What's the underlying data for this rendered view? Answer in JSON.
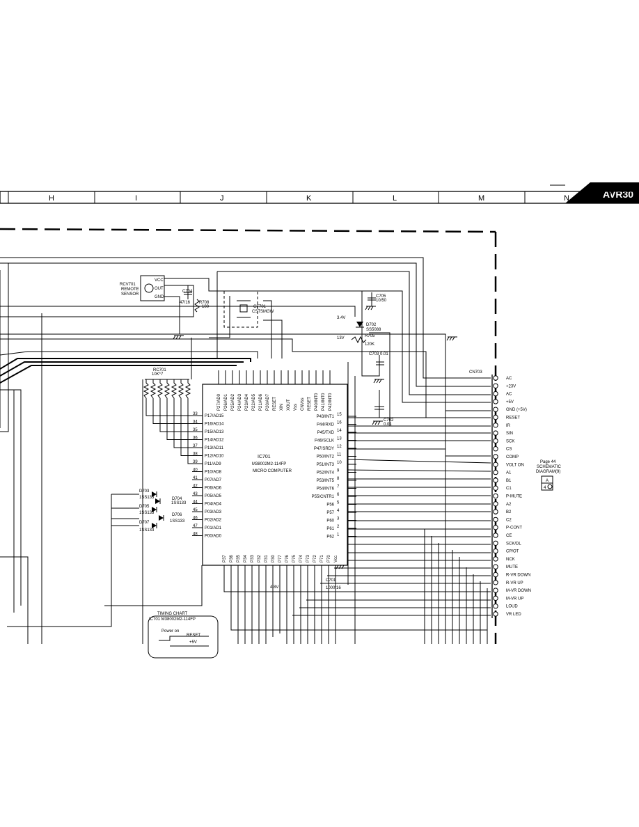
{
  "header": {
    "model": "AVR30"
  },
  "grid_columns": [
    "H",
    "I",
    "J",
    "K",
    "L",
    "M",
    "N"
  ],
  "remote_sensor": {
    "ref": "RCV701",
    "name1": "REMOTE",
    "name2": "SENSOR",
    "pins": [
      "VCC",
      "OUT",
      "GND"
    ]
  },
  "parts": {
    "c704": [
      "C704",
      "47/16"
    ],
    "r708": [
      "R708",
      "100"
    ],
    "cf701": [
      "CF701",
      "CSTSMGW"
    ],
    "c705": [
      "C705",
      "10/50"
    ],
    "d702": [
      "D702",
      "SS5088"
    ],
    "r705": [
      "R705",
      "120K"
    ],
    "c703": "C703 0.01",
    "c702": [
      "C702",
      "0.01"
    ],
    "c701": [
      "C701",
      "1000/16"
    ],
    "rc701": [
      "RC701",
      "10K*7"
    ],
    "diodes": [
      [
        "D703",
        "1SS133"
      ],
      [
        "D704",
        "1SS133"
      ],
      [
        "D705",
        "1SS133"
      ],
      [
        "D706",
        "1SS133"
      ],
      [
        "D707",
        "1SS133"
      ]
    ]
  },
  "voltages": {
    "v34a": "3.4V",
    "v13": "13V",
    "v48": "4.8V"
  },
  "ic": {
    "ref": "IC701",
    "part": "M38002M2-114FP",
    "desc": "MICRO COMPUTER",
    "left_pins": [
      [
        "33",
        "P17/AD15"
      ],
      [
        "34",
        "P16/AD14"
      ],
      [
        "35",
        "P15/AD13"
      ],
      [
        "36",
        "P14/AD12"
      ],
      [
        "37",
        "P13/AD11"
      ],
      [
        "38",
        "P12/AD10"
      ],
      [
        "39",
        "P11/AD9"
      ],
      [
        "40",
        "P10/AD8"
      ],
      [
        "41",
        "P07/AD7"
      ],
      [
        "42",
        "P06/AD6"
      ],
      [
        "43",
        "P05/AD5"
      ],
      [
        "44",
        "P04/AD4"
      ],
      [
        "45",
        "P03/AD3"
      ],
      [
        "46",
        "P02/AD2"
      ],
      [
        "47",
        "P01/AD1"
      ],
      [
        "48",
        "P00/AD0"
      ]
    ],
    "right_pins": [
      [
        "P43/INT1",
        "15"
      ],
      [
        "P44/RXD",
        "16"
      ],
      [
        "P45/TXD",
        "14"
      ],
      [
        "P46/SCLK",
        "13"
      ],
      [
        "P47/SRDY",
        "12"
      ],
      [
        "P50/INT2",
        "11"
      ],
      [
        "P51/INT3",
        "10"
      ],
      [
        "P52/INT4",
        "9"
      ],
      [
        "P53/INT5",
        "8"
      ],
      [
        "P54/INT6",
        "7"
      ],
      [
        "P55/CNTR1",
        "6"
      ],
      [
        "P56",
        "5"
      ],
      [
        "P57",
        "4"
      ],
      [
        "P60",
        "3"
      ],
      [
        "P61",
        "2"
      ],
      [
        "P62",
        "1"
      ]
    ],
    "top_pins": [
      "P27/AD0",
      "P26/AD1",
      "P25/AD2",
      "P24/AD3",
      "P23/AD4",
      "P22/AD5",
      "P21/AD6",
      "P20/AD7",
      "RESET",
      "XIN",
      "XOUT",
      "Vss",
      "CNVss",
      "RESET",
      "P40/INT0",
      "P41/INT0",
      "P42/INT0"
    ],
    "bottom_pins": [
      "P37",
      "P36",
      "P35",
      "P34",
      "P33",
      "P32",
      "P31",
      "P30",
      "P77",
      "P76",
      "P75",
      "P74",
      "P73",
      "P72",
      "P71",
      "P70",
      "Vcc"
    ]
  },
  "connector": {
    "ref": "CN703",
    "pins": [
      "AC",
      "+23V",
      "AC",
      "+5V",
      "GND (+5V)",
      "RESET",
      "IR",
      "SIN",
      "SCK",
      "CS",
      "COMP",
      "VOLT ON",
      "A1",
      "B1",
      "C1",
      "P-MUTE",
      "A2",
      "B2",
      "C2",
      "P-CONT",
      "CE",
      "SCK/DL",
      "CP/OT",
      "NCK",
      "MUTE",
      "R-VR DOWN",
      "R-VR UP",
      "M-VR DOWN",
      "M-VR UP",
      "LOUD",
      "VR LED"
    ]
  },
  "page_ref": {
    "line1": "Page 44",
    "line2": "SCHEMATIC",
    "line3": "DIAGRAM(9)",
    "box_top": "A",
    "box_bottom": "4"
  },
  "timing": {
    "title": "TIMING CHART",
    "sub": "IC701 M38002M2-114FP",
    "power_on": "Power on",
    "reset": "RESET",
    "v5": "+5V"
  }
}
